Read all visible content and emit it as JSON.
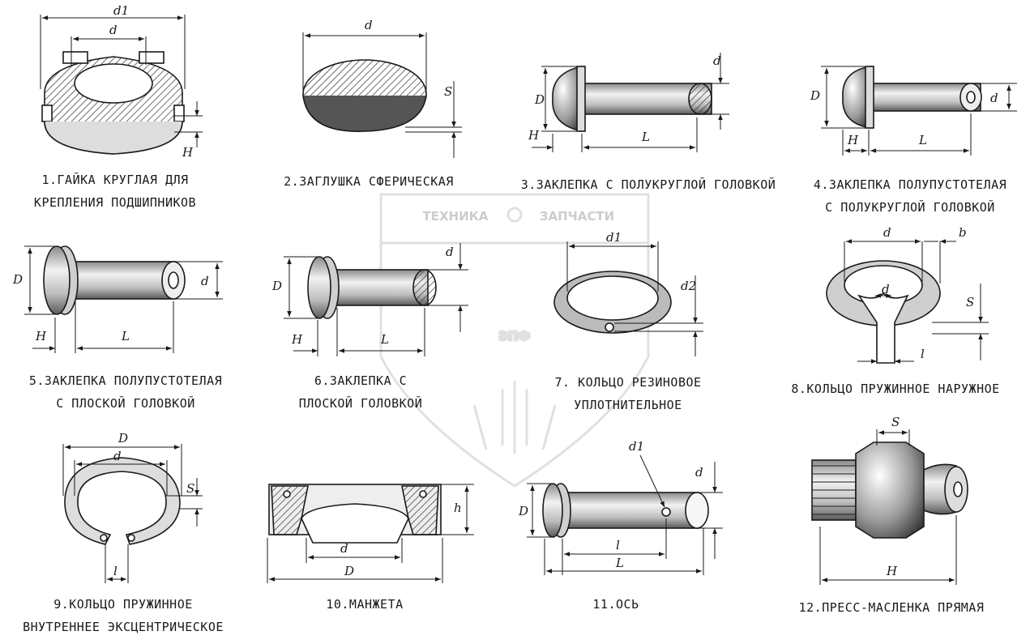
{
  "watermark": {
    "line1_left": "ТЕХНИКА",
    "line1_right": "ЗАПЧАСТИ",
    "big_letters": "ЭПФ"
  },
  "parts": [
    {
      "caption": [
        "1.ГАЙКА КРУГЛАЯ ДЛЯ",
        "КРЕПЛЕНИЯ ПОДШИПНИКОВ"
      ],
      "dims": {
        "d1": "d1",
        "d": "d",
        "h": "H"
      }
    },
    {
      "caption": [
        "2.ЗАГЛУШКА СФЕРИЧЕСКАЯ"
      ],
      "dims": {
        "d": "d",
        "s": "S"
      }
    },
    {
      "caption": [
        "3.ЗАКЛЕПКА С ПОЛУКРУГЛОЙ ГОЛОВКОЙ"
      ],
      "dims": {
        "D": "D",
        "d": "d",
        "H": "H",
        "L": "L"
      }
    },
    {
      "caption": [
        "4.ЗАКЛЕПКА ПОЛУПУСТОТЕЛАЯ",
        "С ПОЛУКРУГЛОЙ ГОЛОВКОЙ"
      ],
      "dims": {
        "D": "D",
        "d": "d",
        "H": "H",
        "L": "L"
      }
    },
    {
      "caption": [
        "5.ЗАКЛЕПКА ПОЛУПУСТОТЕЛАЯ",
        "С ПЛОСКОЙ ГОЛОВКОЙ"
      ],
      "dims": {
        "D": "D",
        "d": "d",
        "H": "H",
        "L": "L"
      }
    },
    {
      "caption": [
        "6.ЗАКЛЕПКА С",
        "ПЛОСКОЙ ГОЛОВКОЙ"
      ],
      "dims": {
        "D": "D",
        "d": "d",
        "H": "H",
        "L": "L"
      }
    },
    {
      "caption": [
        "7. КОЛЬЦО РЕЗИНОВОЕ",
        "УПЛОТНИТЕЛЬНОЕ"
      ],
      "dims": {
        "d1": "d1",
        "d2": "d2"
      }
    },
    {
      "caption": [
        "8.КОЛЬЦО ПРУЖИННОЕ НАРУЖНОЕ"
      ],
      "dims": {
        "d": "d",
        "b": "b",
        "d_inner": "d",
        "s": "S",
        "l": "l"
      }
    },
    {
      "caption": [
        "9.КОЛЬЦО ПРУЖИННОЕ",
        "ВНУТРЕННЕЕ ЭКСЦЕНТРИЧЕСКОЕ"
      ],
      "dims": {
        "D": "D",
        "d": "d",
        "s": "S",
        "l": "l"
      }
    },
    {
      "caption": [
        "10.МАНЖЕТА"
      ],
      "dims": {
        "h": "h",
        "d": "d",
        "D": "D"
      }
    },
    {
      "caption": [
        "11.ОСЬ"
      ],
      "dims": {
        "d1": "d1",
        "d": "d",
        "D": "D",
        "l": "l",
        "L": "L"
      }
    },
    {
      "caption": [
        "12.ПРЕСС-МАСЛЕНКА ПРЯМАЯ"
      ],
      "dims": {
        "s": "S",
        "h": "H"
      }
    }
  ]
}
